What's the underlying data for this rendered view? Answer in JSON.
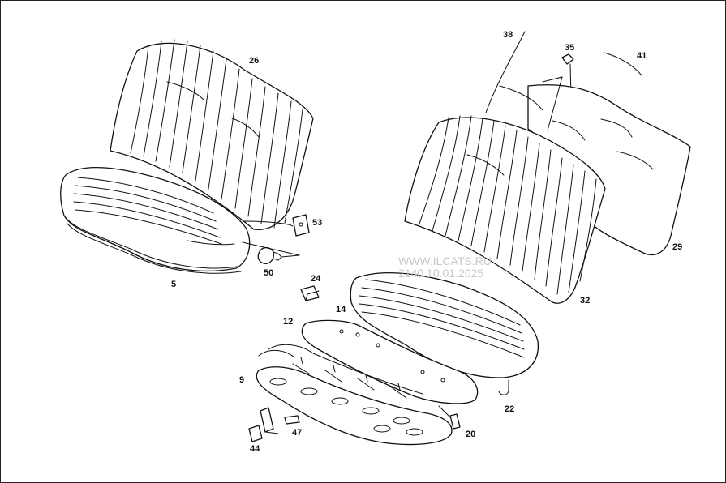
{
  "watermark": {
    "line1": "WWW.ILCATS.RU",
    "line2": "2140 10.01.2025"
  },
  "callouts": {
    "c5": "5",
    "c9": "9",
    "c12": "12",
    "c14": "14",
    "c20": "20",
    "c22": "22",
    "c24": "24",
    "c26": "26",
    "c29": "29",
    "c32": "32",
    "c35": "35",
    "c38": "38",
    "c41": "41",
    "c44": "44",
    "c47": "47",
    "c50": "50",
    "c53": "53"
  }
}
